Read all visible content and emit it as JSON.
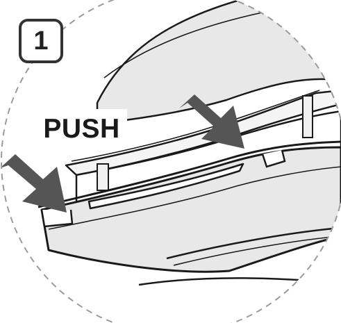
{
  "step": {
    "number": "1"
  },
  "instruction": {
    "label": "PUSH"
  },
  "illustration": {
    "subject": "drawer-front-panel",
    "arrows": [
      "push-arrow-left",
      "push-arrow-right"
    ],
    "colors": {
      "line": "#1a1a1a",
      "panel_fill": "#e8e8e8",
      "arrow_fill": "#555555",
      "dashed_circle": "#9a9a9a",
      "background": "#ffffff"
    }
  }
}
